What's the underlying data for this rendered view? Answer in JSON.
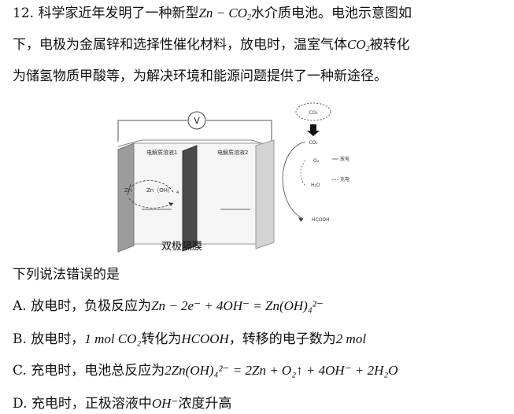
{
  "question": {
    "number": "12.",
    "line1_a": "科学家近年发明了一种新型",
    "line1_formula": "Zn − CO",
    "line1_b": "水介质电池。电池示意图如",
    "line2_a": "下，电极为金属锌和选择性催化材料，放电时，温室气体",
    "line2_formula": "CO",
    "line2_b": "被转化",
    "line3": "为储氢物质甲酸等，为解决环境和能源问题提供了一种新途径。"
  },
  "diagram": {
    "voltmeter": "V",
    "electrolyte1": "电解质溶液1",
    "electrolyte2": "电解质溶液2",
    "zn": "Zn",
    "zn_oh": "Zn（OH）",
    "co2_cloud": "CO₂",
    "co2": "CO₂",
    "o2": "O₂",
    "h2o": "H₂O",
    "hcooh": "HCOOH",
    "discharge": "放电",
    "charge": "充电",
    "caption": "双极隔膜"
  },
  "prompt": "下列说法错误的是",
  "options": {
    "A_label": "A. 放电时，负极反应为",
    "A_formula": "Zn − 2e⁻ + 4OH⁻ = Zn(OH)₄²⁻",
    "B_label": "B. 放电时，",
    "B_formula1": "1 mol CO₂",
    "B_mid": "转化为",
    "B_formula2": "HCOOH",
    "B_tail": "，转移的电子数为",
    "B_formula3": "2  mol",
    "C_label": "C. 充电时，电池总反应为",
    "C_formula": "2Zn(OH)₄²⁻ = 2Zn + O₂↑ + 4OH⁻ + 2H₂O",
    "D_label": "D. 充电时，正极溶液中",
    "D_formula": "OH⁻",
    "D_tail": "浓度升高"
  }
}
